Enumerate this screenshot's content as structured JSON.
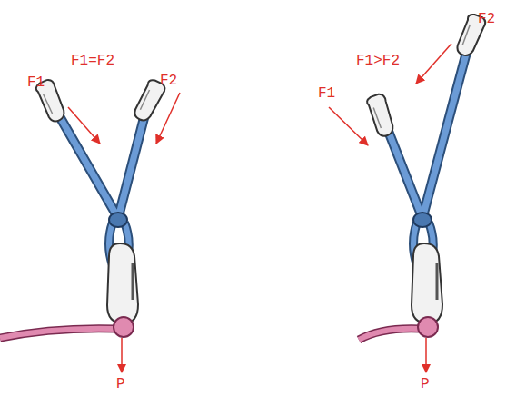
{
  "diagram": {
    "labels": [
      "F1=F2",
      "F1",
      "F2",
      "P",
      "F1>F2",
      "F1",
      "F2",
      "P"
    ]
  }
}
